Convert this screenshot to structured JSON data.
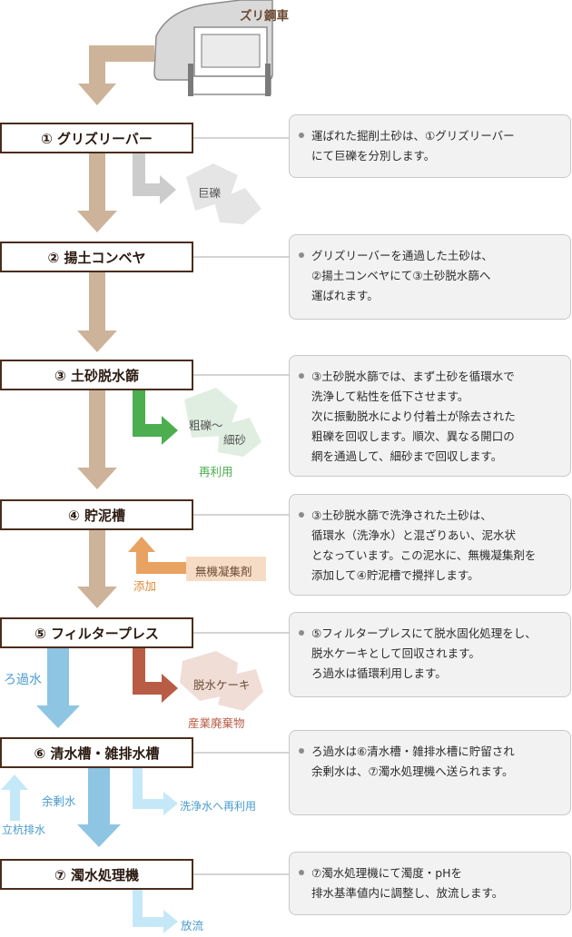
{
  "truck": {
    "label": "ズリ鋼車"
  },
  "steps": [
    {
      "label": "① グリズリーバー"
    },
    {
      "label": "② 揚土コンベヤ"
    },
    {
      "label": "③ 土砂脱水篩"
    },
    {
      "label": "④ 貯泥槽"
    },
    {
      "label": "⑤ フィルタープレス"
    },
    {
      "label": "⑥ 清水槽・雑排水槽"
    },
    {
      "label": "⑦ 濁水処理機"
    }
  ],
  "descriptions": [
    {
      "lines": [
        "運ばれた掘削土砂は、①グリズリーバー",
        "にて巨礫を分別します。"
      ]
    },
    {
      "lines": [
        "グリズリーバーを通過した土砂は、",
        "②揚土コンベヤにて③土砂脱水篩へ",
        "運ばれます。"
      ]
    },
    {
      "lines": [
        "③土砂脱水篩では、まず土砂を循環水で",
        "洗浄して粘性を低下させます。",
        "次に振動脱水により付着土が除去された",
        "粗礫を回収します。順次、異なる開口の",
        "網を通過して、細砂まで回収します。"
      ]
    },
    {
      "lines": [
        "③土砂脱水篩で洗浄された土砂は、",
        "循環水（洗浄水）と混ざりあい、泥水状",
        "となっています。この泥水に、無機凝集剤を",
        "添加して④貯泥槽で攪拌します。"
      ]
    },
    {
      "lines": [
        "⑤フィルタープレスにて脱水固化処理をし、",
        "脱水ケーキとして回収されます。",
        "ろ過水は循環利用します。"
      ]
    },
    {
      "lines": [
        "ろ過水は⑥清水槽・雑排水槽に貯留され",
        "余剰水は、⑦濁水処理機へ送られます。"
      ]
    },
    {
      "lines": [
        "⑦濁水処理機にて濁度・pHを",
        "排水基準値内に調整し、放流します。"
      ]
    }
  ],
  "side": {
    "boulder": "巨礫",
    "gravel_1": "粗礫～",
    "gravel_2": "細砂",
    "reuse": "再利用",
    "coagulant": "無機凝集剤",
    "addition": "添加",
    "cake": "脱水ケーキ",
    "waste": "産業廃棄物",
    "filtrate": "ろ過水",
    "surplus": "余剰水",
    "to_wash": "洗浄水へ再利用",
    "standpipe": "立杭排水",
    "discharge": "放流"
  },
  "colors": {
    "main_arrow": "#cdb39a",
    "border": "#4a2c1c",
    "gray": "#c8c8c8",
    "green": "#4cae4f",
    "orange": "#e8a261",
    "orange_box": "#f7dcc5",
    "rust": "#b85c45",
    "blue": "#8ec5e3",
    "light_blue": "#c5e8f8",
    "pink_blob": "#f0ddd6",
    "green_blob": "#dfeee0"
  }
}
